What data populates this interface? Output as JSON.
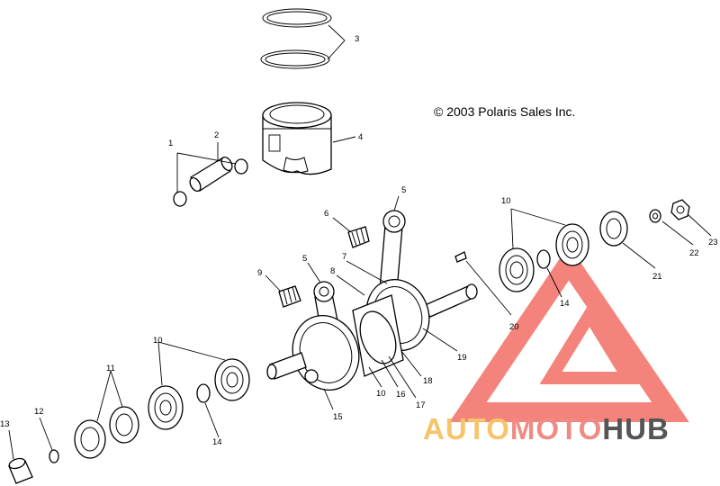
{
  "copyright": "© 2003 Polaris Sales Inc.",
  "watermark": {
    "part1": "AUTO",
    "part2": "MOTO",
    "part3": "HUB",
    "colors": {
      "light": "#f7c46a",
      "mid": "#f08a84",
      "dark": "#555555",
      "logo": "#f05a50"
    }
  },
  "callouts": {
    "c1": "1",
    "c2": "2",
    "c3": "3",
    "c4": "4",
    "c5a": "5",
    "c5b": "5",
    "c6": "6",
    "c7": "7",
    "c8": "8",
    "c9": "9",
    "c10a": "10",
    "c10b": "10",
    "c10c": "10",
    "c11": "11",
    "c12": "12",
    "c13": "13",
    "c14a": "14",
    "c14b": "14",
    "c15": "15",
    "c16": "16",
    "c17": "17",
    "c18": "18",
    "c19": "19",
    "c20": "20",
    "c21": "21",
    "c22": "22",
    "c23": "23"
  }
}
